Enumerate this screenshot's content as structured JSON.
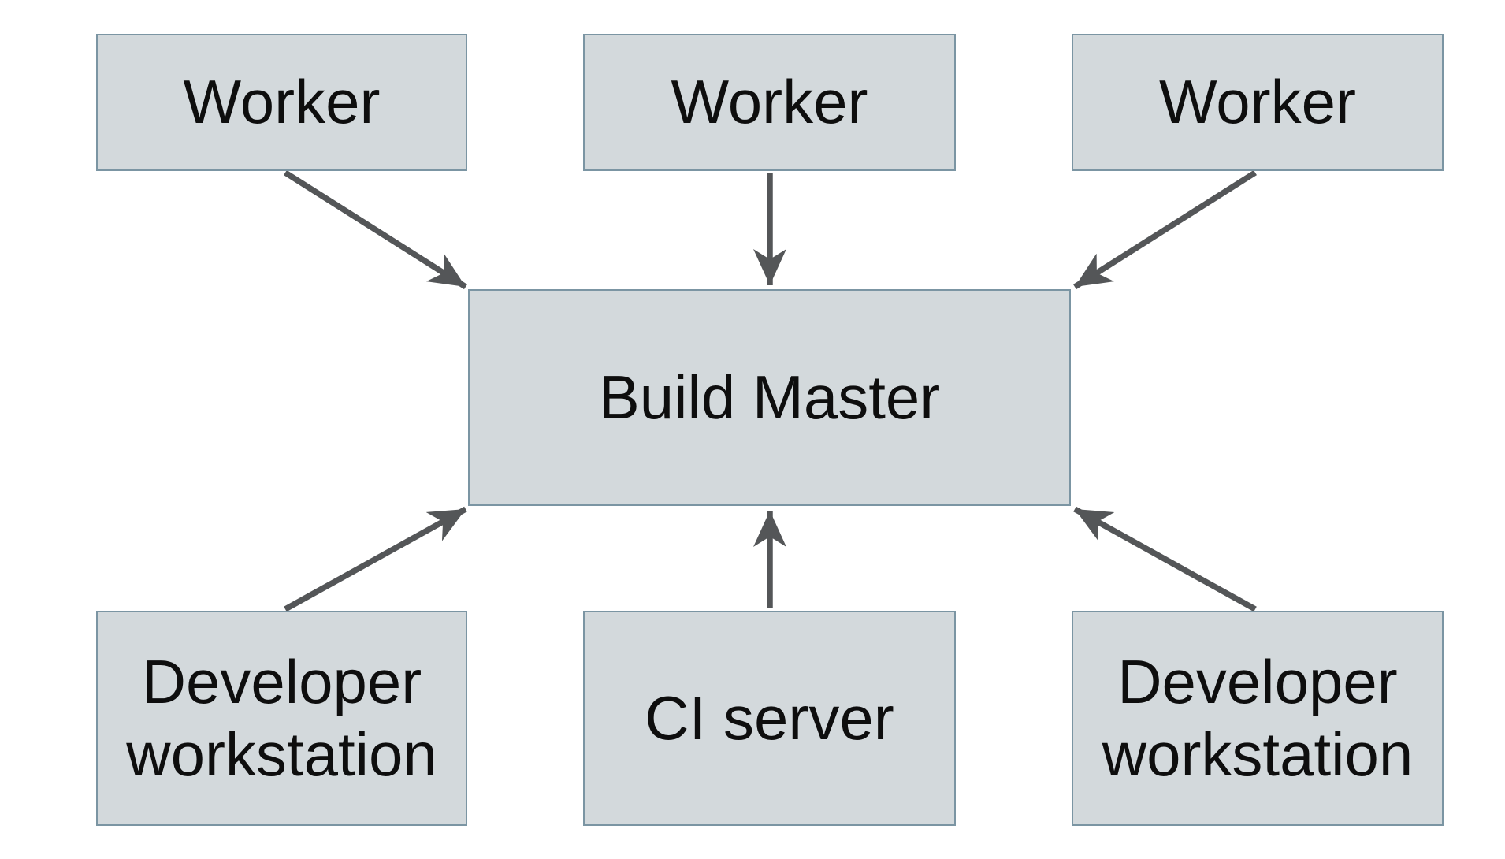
{
  "diagram": {
    "nodes": {
      "worker_top_left": {
        "label": "Worker"
      },
      "worker_top_center": {
        "label": "Worker"
      },
      "worker_top_right": {
        "label": "Worker"
      },
      "build_master": {
        "label": "Build Master"
      },
      "developer_left": {
        "label": "Developer workstation"
      },
      "ci_server": {
        "label": "CI server"
      },
      "developer_right": {
        "label": "Developer workstation"
      }
    },
    "edges": [
      {
        "from": "worker_top_left",
        "to": "build_master",
        "direction": "down-right"
      },
      {
        "from": "worker_top_center",
        "to": "build_master",
        "direction": "down"
      },
      {
        "from": "worker_top_right",
        "to": "build_master",
        "direction": "down-left"
      },
      {
        "from": "developer_left",
        "to": "build_master",
        "direction": "up-right"
      },
      {
        "from": "ci_server",
        "to": "build_master",
        "direction": "up"
      },
      {
        "from": "developer_right",
        "to": "build_master",
        "direction": "up-left"
      }
    ]
  },
  "colors": {
    "bg": "#ffffff",
    "node_fill": "#d3d9dc",
    "node_border": "#7b95a3",
    "arrow": "#545658",
    "text": "#0e0e0e"
  }
}
